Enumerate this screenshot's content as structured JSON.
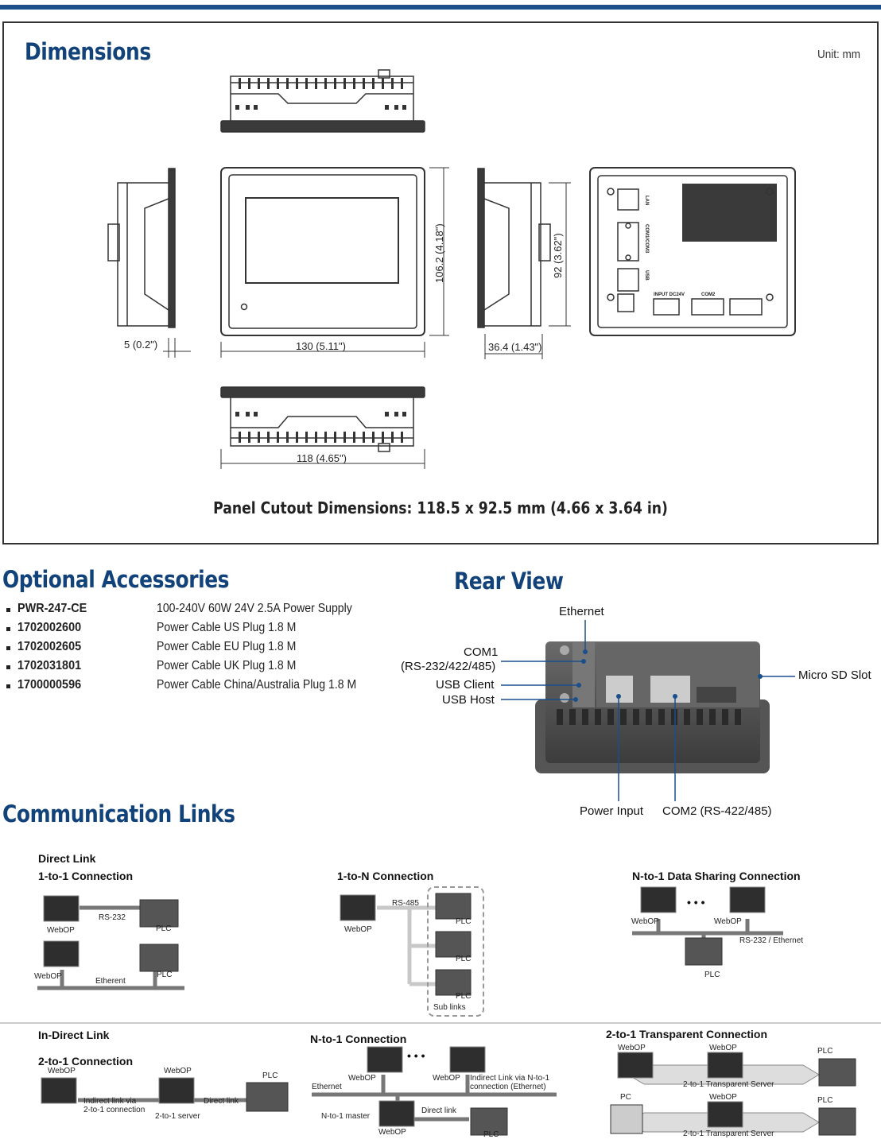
{
  "dimensions": {
    "title": "Dimensions",
    "unit": "Unit: mm",
    "depth_bezel": "5 (0.2\")",
    "width_front": "130 (5.11\")",
    "height_front": "106.2 (4.18\")",
    "depth_body": "36.4 (1.43\")",
    "height_body": "92 (3.62\")",
    "width_bottom": "118 (4.65\")",
    "cutout": "Panel Cutout Dimensions: 118.5 x 92.5 mm (4.66 x 3.64 in)",
    "rear_port_labels": [
      "LAN",
      "COM1/COM3",
      "USB",
      "INPUT DC24V",
      "COM2"
    ]
  },
  "accessories": {
    "title": "Optional Accessories",
    "items": [
      {
        "pn": "PWR-247-CE",
        "desc": "100-240V 60W 24V 2.5A Power Supply"
      },
      {
        "pn": "1702002600",
        "desc": "Power Cable US Plug 1.8 M"
      },
      {
        "pn": "1702002605",
        "desc": "Power Cable EU Plug 1.8 M"
      },
      {
        "pn": "1702031801",
        "desc": "Power Cable UK Plug 1.8 M"
      },
      {
        "pn": "1700000596",
        "desc": "Power Cable China/Australia Plug 1.8 M"
      }
    ]
  },
  "rear_view": {
    "title": "Rear View",
    "ethernet": "Ethernet",
    "com1": "COM1",
    "com1_sub": "(RS-232/422/485)",
    "usb_client": "USB Client",
    "usb_host": "USB Host",
    "micro_sd": "Micro SD Slot",
    "power_input": "Power Input",
    "com2": "COM2 (RS-422/485)"
  },
  "comm": {
    "title": "Communication Links",
    "direct_link": "Direct Link",
    "one_to_one": "1-to-1 Connection",
    "one_to_n": "1-to-N Connection",
    "n_to_one_sharing": "N-to-1 Data Sharing Connection",
    "indirect_link": "In-Direct Link",
    "two_to_one": "2-to-1 Connection",
    "n_to_one": "N-to-1 Connection",
    "two_to_one_transparent": "2-to-1 Transparent Connection",
    "webop": "WebOP",
    "plc": "PLC",
    "pc": "PC",
    "rs232": "RS-232",
    "etherent": "Etherent",
    "ethernet": "Ethernet",
    "rs485": "RS-485",
    "sub_links": "Sub links",
    "rs232_ethernet": "RS-232 / Ethernet",
    "dots": "• • •",
    "indirect_via_2to1_a": "Indirect link via",
    "indirect_via_2to1_b": "2-to-1 connection",
    "two_to_one_server": "2-to-1 server",
    "direct_link_lc": "Direct link",
    "indirect_via_nto1_a": "Indirect Link via N-to-1",
    "indirect_via_nto1_b": "connection (Ethernet)",
    "nto1_master": "N-to-1 master",
    "transparent_server": "2-to-1 Transparent Server"
  }
}
